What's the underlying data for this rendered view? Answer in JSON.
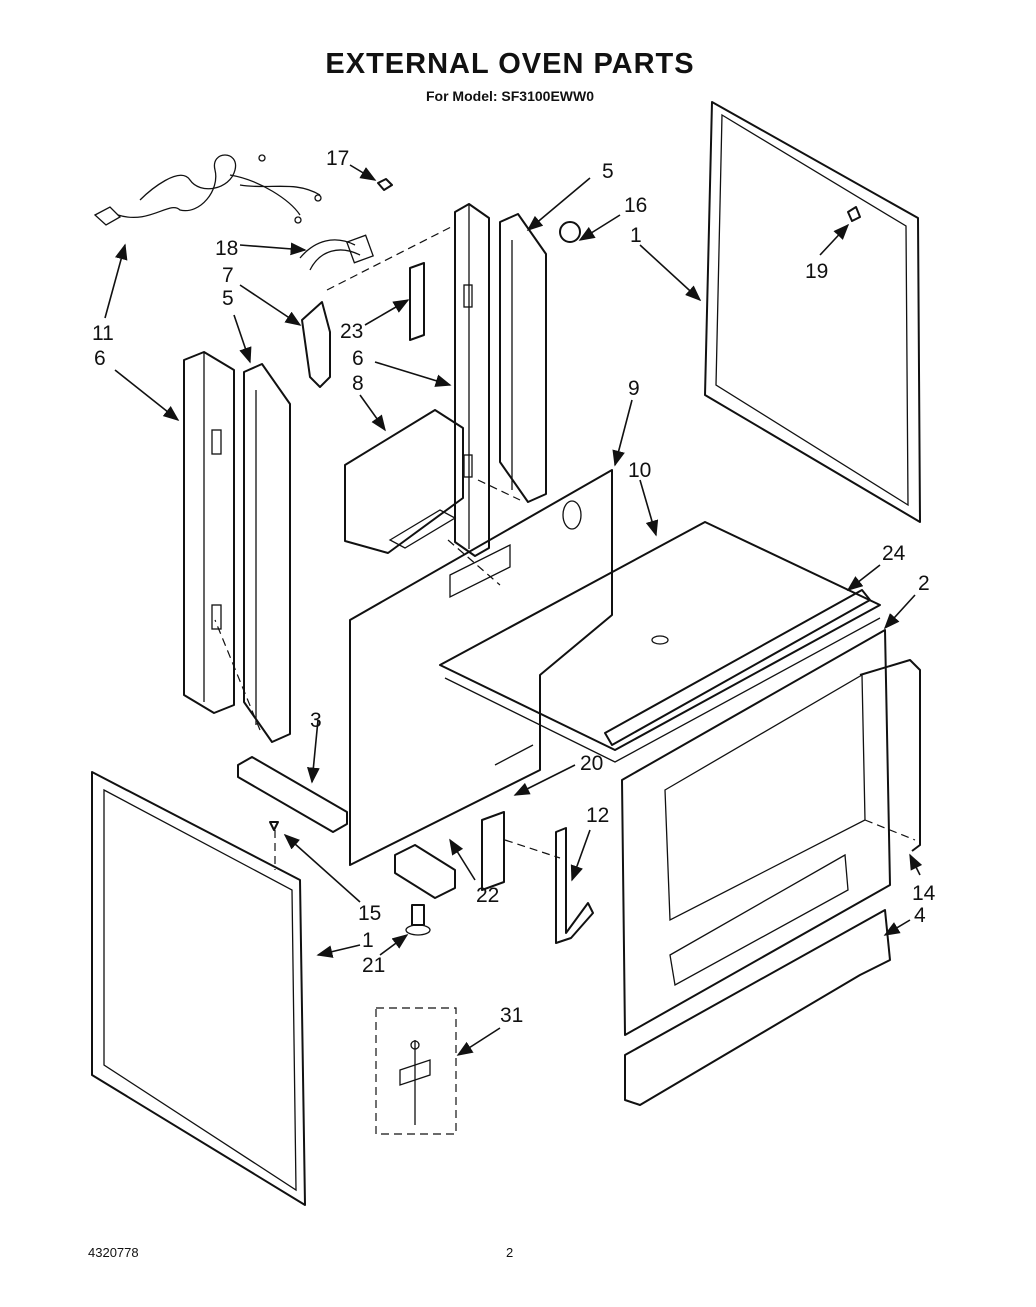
{
  "header": {
    "title": "EXTERNAL OVEN PARTS",
    "subtitle": "For Model: SF3100EWW0"
  },
  "footer": {
    "doc_number": "4320778",
    "page_number": "2"
  },
  "callouts": [
    "17",
    "5",
    "16",
    "1",
    "19",
    "18",
    "7",
    "5",
    "11",
    "6",
    "23",
    "6",
    "8",
    "9",
    "10",
    "24",
    "2",
    "3",
    "20",
    "12",
    "22",
    "15",
    "1",
    "21",
    "14",
    "4",
    "31"
  ]
}
